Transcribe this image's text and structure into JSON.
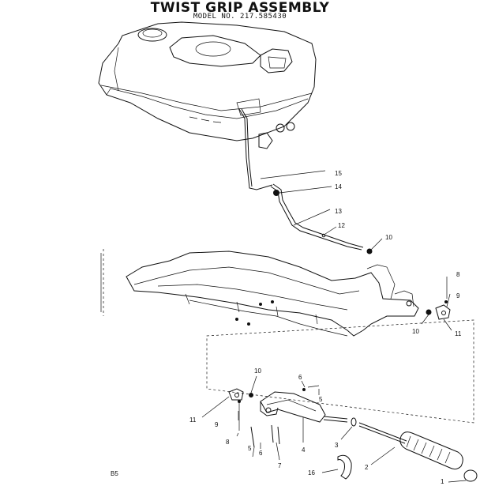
{
  "title": "TWIST GRIP ASSEMBLY",
  "subtitle": "MODEL NO. 217.585430",
  "page_code": "B5",
  "callouts": {
    "c15": "15",
    "c14": "14",
    "c13": "13",
    "c12": "12",
    "c10a": "10",
    "c8a": "8",
    "c9a": "9",
    "c10b": "10",
    "c11a": "11",
    "c10c": "10",
    "c6a": "6",
    "c5a": "5",
    "c11b": "11",
    "c9b": "9",
    "c8b": "8",
    "c5b": "5",
    "c6b": "6",
    "c7": "7",
    "c4": "4",
    "c3": "3",
    "c2": "2",
    "c16": "16",
    "c1": "1"
  }
}
